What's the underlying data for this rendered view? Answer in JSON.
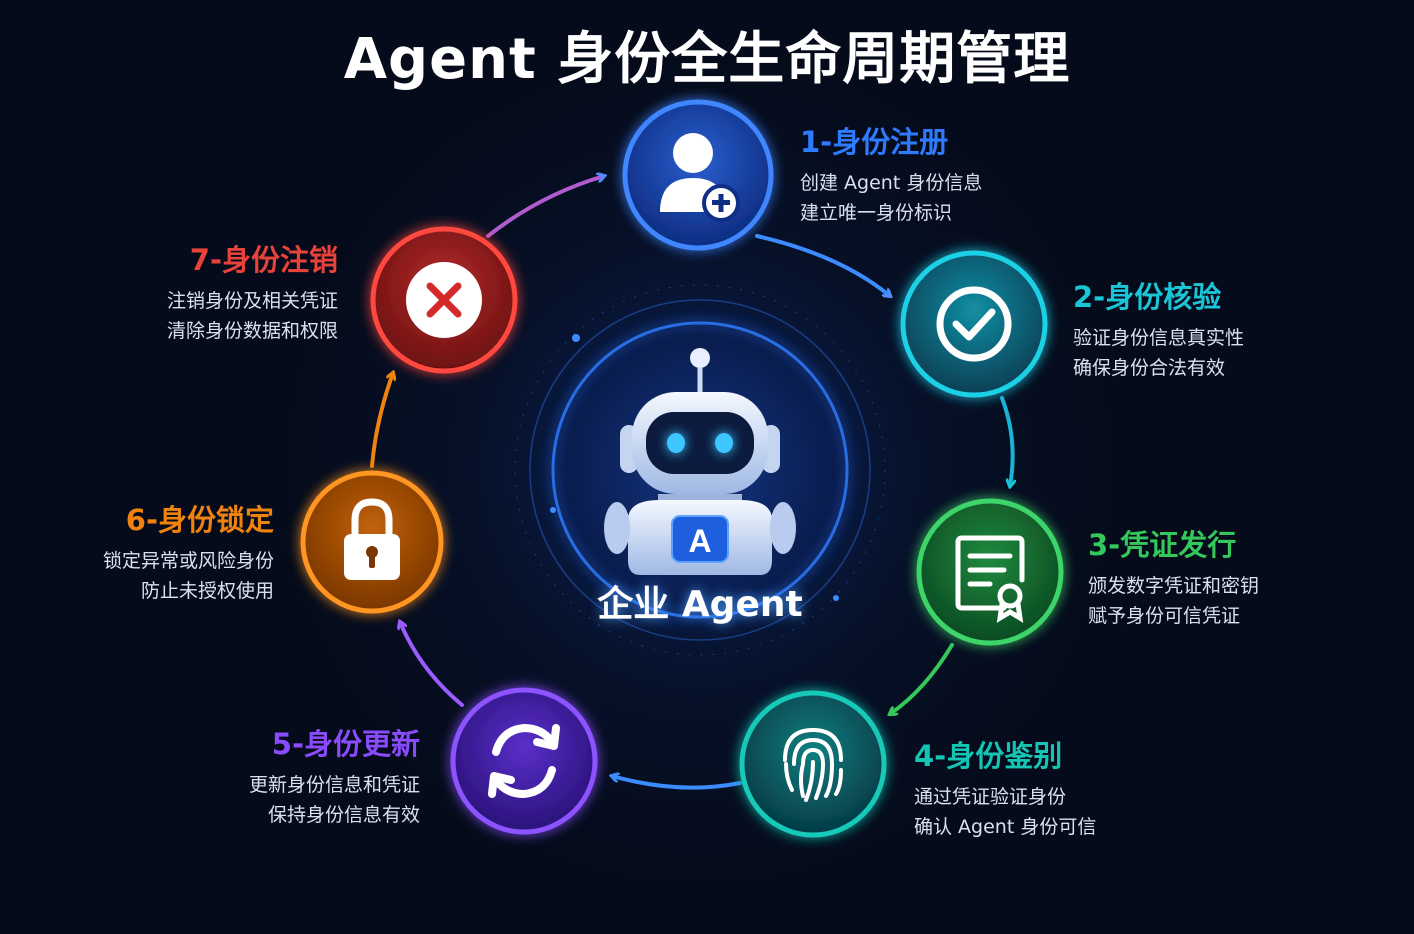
{
  "title": "Agent 身份全生命周期管理",
  "center": {
    "label": "企业 Agent",
    "badge": "A"
  },
  "colors": {
    "register": "#2f7bff",
    "verify": "#19c6d8",
    "issue": "#34c759",
    "authenticate": "#14c4b4",
    "update": "#8a4bff",
    "lock": "#f0820f",
    "revoke": "#e8433a"
  },
  "steps": [
    {
      "id": "register",
      "title": "1-身份注册",
      "lines": [
        "创建 Agent 身份信息",
        "建立唯一身份标识"
      ],
      "icon": "user-add-icon"
    },
    {
      "id": "verify",
      "title": "2-身份核验",
      "lines": [
        "验证身份信息真实性",
        "确保身份合法有效"
      ],
      "icon": "check-circle-icon"
    },
    {
      "id": "issue",
      "title": "3-凭证发行",
      "lines": [
        "颁发数字凭证和密钥",
        "赋予身份可信凭证"
      ],
      "icon": "certificate-icon"
    },
    {
      "id": "authenticate",
      "title": "4-身份鉴别",
      "lines": [
        "通过凭证验证身份",
        "确认 Agent 身份可信"
      ],
      "icon": "fingerprint-icon"
    },
    {
      "id": "update",
      "title": "5-身份更新",
      "lines": [
        "更新身份信息和凭证",
        "保持身份信息有效"
      ],
      "icon": "refresh-icon"
    },
    {
      "id": "lock",
      "title": "6-身份锁定",
      "lines": [
        "锁定异常或风险身份",
        "防止未授权使用"
      ],
      "icon": "padlock-icon"
    },
    {
      "id": "revoke",
      "title": "7-身份注销",
      "lines": [
        "注销身份及相关凭证",
        "清除身份数据和权限"
      ],
      "icon": "close-icon"
    }
  ]
}
